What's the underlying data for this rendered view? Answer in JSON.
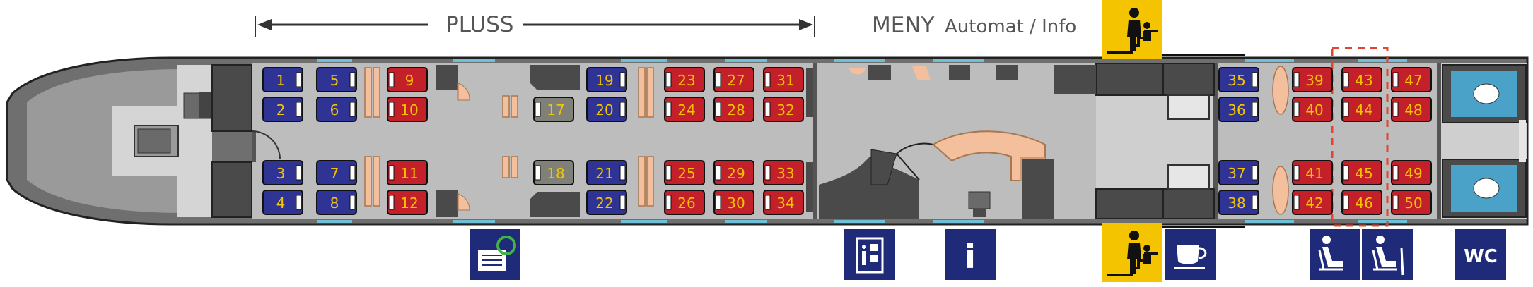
{
  "header": {
    "pluss_label": "PLUSS",
    "meny_label": "MENY",
    "automat_label": "Automat / Info"
  },
  "colors": {
    "seat_plus": "#2f3494",
    "seat_standard": "#c4202a",
    "seat_special": "#7f8078",
    "seat_number": "#f5c400",
    "icon_blue": "#1f2a78",
    "family_yellow": "#f5c400",
    "floor": "#bdbdbd",
    "table": "#f3bf9c",
    "priority_dash": "#e2452f"
  },
  "seats": {
    "plus": [
      "1",
      "2",
      "3",
      "4",
      "5",
      "6",
      "7",
      "8",
      "19",
      "20",
      "21",
      "22",
      "35",
      "36",
      "37",
      "38"
    ],
    "standard": [
      "9",
      "10",
      "11",
      "12",
      "23",
      "24",
      "25",
      "26",
      "27",
      "28",
      "29",
      "30",
      "31",
      "32",
      "33",
      "34",
      "39",
      "40",
      "41",
      "42",
      "43",
      "44",
      "45",
      "46",
      "47",
      "48",
      "49",
      "50"
    ],
    "special": [
      "17",
      "18"
    ]
  },
  "icons": {
    "recycling": "recycling-bin-icon",
    "info_screen": "info-screen-icon",
    "info": "info-icon",
    "family": "family-zone-icon",
    "cafe": "coffee-cup-icon",
    "priority_seat": "priority-seat-icon",
    "elderly_seat": "elderly-seat-icon",
    "wc": "wc-icon",
    "info_glyph": "i",
    "wc_label": "WC"
  }
}
